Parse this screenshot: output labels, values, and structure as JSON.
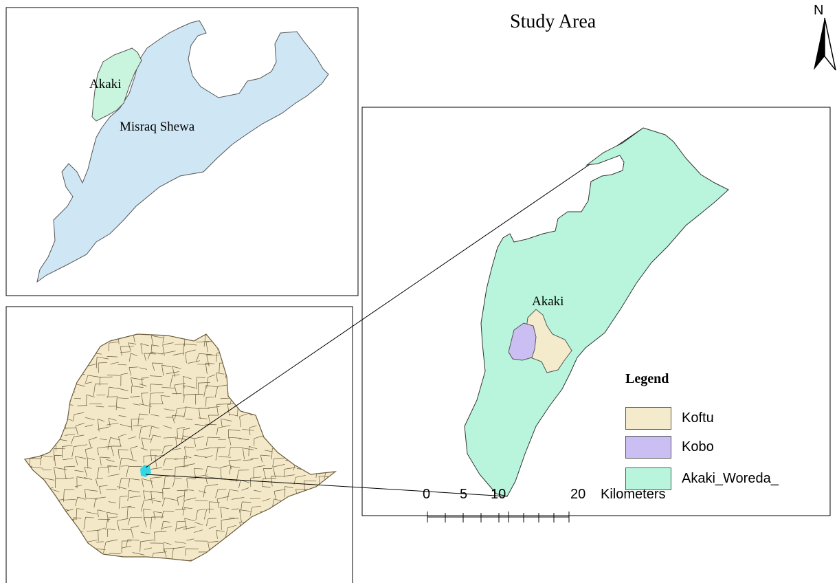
{
  "title": "Study Area",
  "north_arrow": {
    "label": "N"
  },
  "inset_top": {
    "labels": {
      "akaki": "Akaki",
      "misraq_shewa": "Misraq Shewa"
    },
    "colors": {
      "misraq_shewa_fill": "#cfe6f5",
      "akaki_fill": "#c9f5df"
    }
  },
  "inset_bottom": {
    "colors": {
      "country_fill": "#f3e9c8",
      "boundary": "#6b5a3a",
      "highlight": "#33d6e6"
    }
  },
  "main_map": {
    "labels": {
      "akaki": "Akaki"
    },
    "colors": {
      "woreda_fill": "#b8f5dc",
      "koftu_fill": "#f3ebcb",
      "kobo_fill": "#cbbef2"
    }
  },
  "legend": {
    "title": "Legend",
    "items": [
      {
        "label": "Koftu",
        "color": "#f3ebcb"
      },
      {
        "label": "Kobo",
        "color": "#cbbef2"
      },
      {
        "label": "Akaki_Woreda_",
        "color": "#b8f5dc"
      }
    ]
  },
  "scale_bar": {
    "ticks": [
      "0",
      "5",
      "10",
      "20"
    ],
    "unit": "Kilometers"
  }
}
